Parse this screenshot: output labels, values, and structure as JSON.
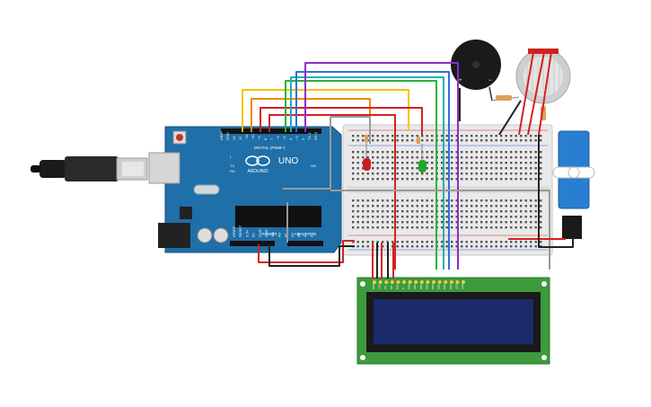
{
  "arduino": {
    "brand": "ARDUINO",
    "model": "UNO",
    "digital_label": "DIGITAL (PWM~)",
    "power_label": "POWER",
    "analog_label": "ANALOG IN",
    "tx_label": "TX",
    "rx_label": "RX",
    "on_label": "ON",
    "l_label": "L",
    "digital_pins": [
      "AREF",
      "GND",
      "13",
      "12",
      "~11",
      "~10",
      "~9",
      "8",
      "7",
      "~6",
      "~5",
      "4",
      "~3",
      "2",
      "TX 1",
      "RX 0"
    ],
    "power_pins": [
      "IOREF",
      "RESET",
      "3.3V",
      "5V",
      "GND",
      "GND",
      "Vin"
    ],
    "analog_pins": [
      "A0",
      "A1",
      "A2",
      "A3",
      "A4",
      "A5"
    ]
  },
  "buzzer": {
    "plus": "+",
    "minus": "−"
  },
  "lcd": {
    "pins": [
      "GND",
      "VCC",
      "V0",
      "RS",
      "RW",
      "E",
      "DB0",
      "DB1",
      "DB2",
      "DB3",
      "DB4",
      "DB5",
      "DB6",
      "DB7",
      "LED",
      "LED"
    ]
  },
  "colors": {
    "board": "#1f6fa8",
    "breadboard": "#e9e9e9",
    "lcd_pcb": "#3d9a3d",
    "lcd_screen": "#1b2a6b",
    "servo": "#2a7ed1",
    "wire_yellow": "#f2c500",
    "wire_orange": "#f08a00",
    "wire_red": "#d62020",
    "wire_green": "#2ab23a",
    "wire_teal": "#19b3b0",
    "wire_blue": "#2f6fe0",
    "wire_purple": "#8a2ec9",
    "wire_black": "#222222",
    "wire_grey": "#9a9a9a"
  },
  "icons": [
    "usb-cable",
    "arduino-uno-board",
    "breadboard",
    "piezo-buzzer",
    "gas-sensor",
    "servo-motor",
    "red-led",
    "green-led",
    "lcd-16x2"
  ]
}
